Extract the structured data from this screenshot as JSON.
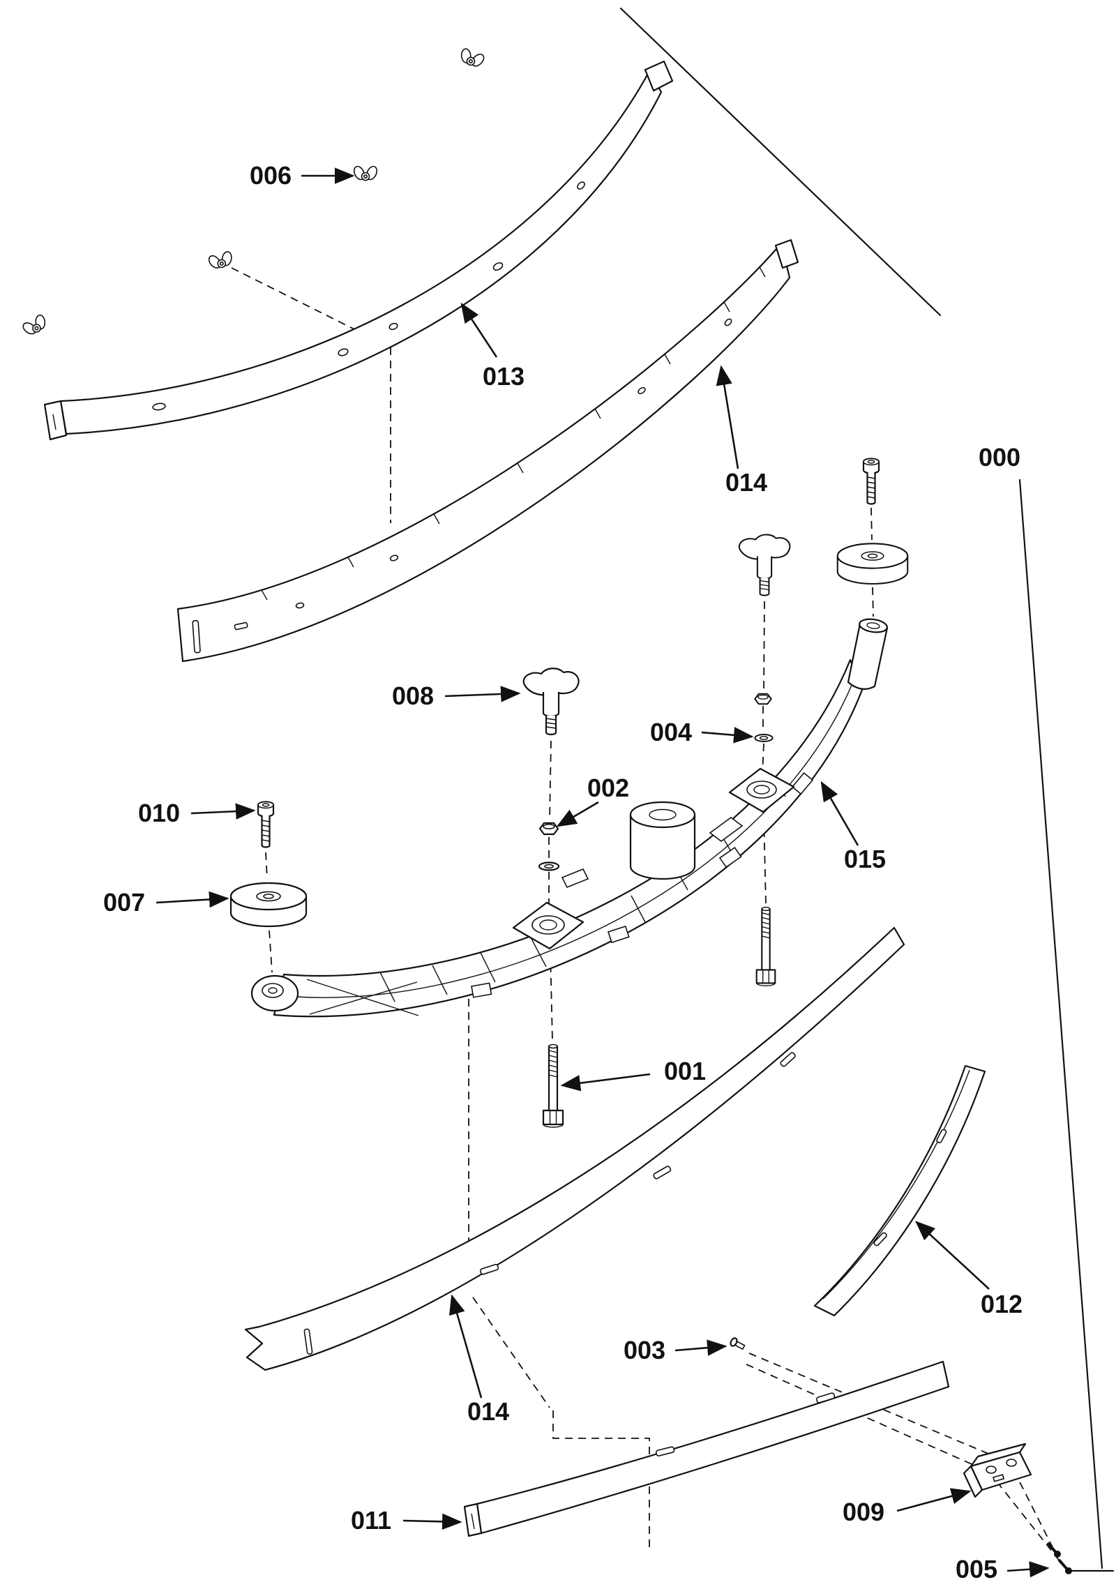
{
  "figure": {
    "background": "#ffffff",
    "ink": "#111111"
  },
  "callouts": {
    "c000": "000",
    "c001": "001",
    "c002": "002",
    "c003": "003",
    "c004": "004",
    "c005": "005",
    "c006": "006",
    "c007": "007",
    "c008": "008",
    "c009": "009",
    "c010": "010",
    "c011": "011",
    "c012": "012",
    "c013": "013",
    "c014_upper": "014",
    "c014_lower": "014",
    "c015": "015"
  }
}
